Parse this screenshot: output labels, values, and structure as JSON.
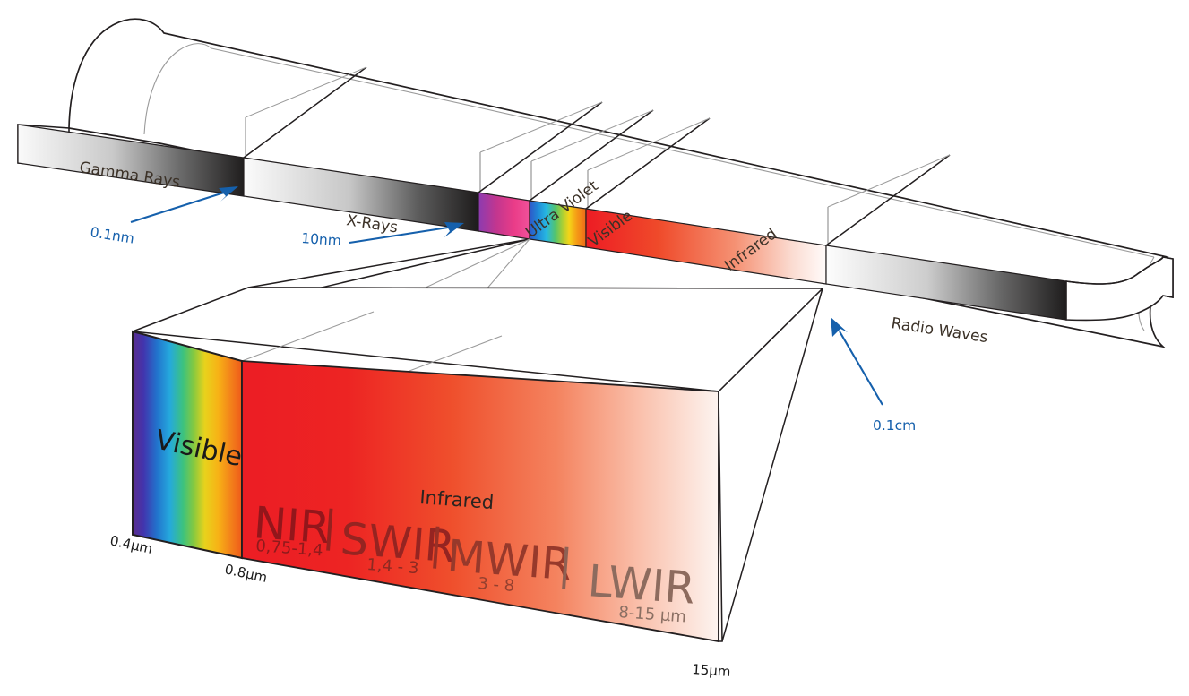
{
  "diagram": {
    "title": "Electromagnetic Spectrum with Infrared Detail",
    "accent_blue": "#1560ac",
    "band_text_color": "#3b3127",
    "top_bar": {
      "bands": [
        {
          "name": "gamma-rays",
          "label": "Gamma Rays"
        },
        {
          "name": "x-rays",
          "label": "X-Rays"
        },
        {
          "name": "ultra-violet",
          "label": "Ultra Violet"
        },
        {
          "name": "visible",
          "label": "Visible"
        },
        {
          "name": "infrared",
          "label": "Infrared"
        },
        {
          "name": "radio-waves",
          "label": "Radio Waves"
        }
      ]
    },
    "callouts": [
      {
        "name": "callout-0-1nm",
        "label": "0.1nm"
      },
      {
        "name": "callout-10nm",
        "label": "10nm"
      },
      {
        "name": "callout-0-1cm",
        "label": "0.1cm"
      }
    ],
    "detail_panel": {
      "visible_label": "Visible",
      "infrared_label": "Infrared",
      "sub_bands": [
        {
          "name": "nir",
          "label": "NIR",
          "range": "0,75-1,4"
        },
        {
          "name": "swir",
          "label": "SWIR",
          "range": "1,4 - 3"
        },
        {
          "name": "mwir",
          "label": "MWIR",
          "range": "3 - 8"
        },
        {
          "name": "lwir",
          "label": "LWIR",
          "range": "8-15 µm"
        }
      ],
      "separator": "|",
      "axis_labels": [
        {
          "name": "tick-0-4um",
          "label": "0.4µm"
        },
        {
          "name": "tick-0-8um",
          "label": "0.8µm"
        },
        {
          "name": "tick-15um",
          "label": "15µm"
        }
      ]
    },
    "colors": {
      "visible_spectrum": [
        "#5b2d8e",
        "#3f3fc0",
        "#1f7fd4",
        "#22b4e0",
        "#39c07a",
        "#9ccd3a",
        "#f2d117",
        "#f59a16",
        "#ef5a1a",
        "#e8251b"
      ],
      "uv_gradient": [
        "#8e3fb0",
        "#e23a86",
        "#f05a9b"
      ],
      "infrared_start": "#ed1c24",
      "infrared_end": "#fdf4f0",
      "gray_band_start": "#f7f7f7",
      "gray_band_end": "#211f1f"
    }
  }
}
